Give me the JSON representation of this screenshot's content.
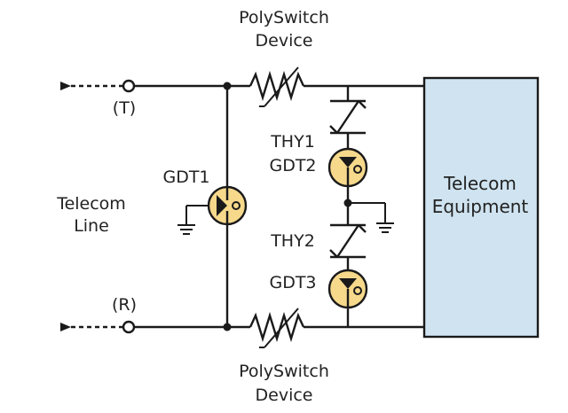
{
  "labels": {
    "polyswitch_top_1": "PolySwitch",
    "polyswitch_top_2": "Device",
    "polyswitch_bot_1": "PolySwitch",
    "polyswitch_bot_2": "Device",
    "terminal_t": "(T)",
    "terminal_r": "(R)",
    "telecom_line_1": "Telecom",
    "telecom_line_2": "Line",
    "gdt1": "GDT1",
    "thy1": "THY1",
    "gdt2": "GDT2",
    "thy2": "THY2",
    "gdt3": "GDT3",
    "equipment_1": "Telecom",
    "equipment_2": "Equipment"
  },
  "colors": {
    "wire": "#1a1a1a",
    "gdt_fill": "#f7d98c",
    "equipment_fill": "#cfe3f0",
    "equipment_border": "#1a1a1a"
  }
}
